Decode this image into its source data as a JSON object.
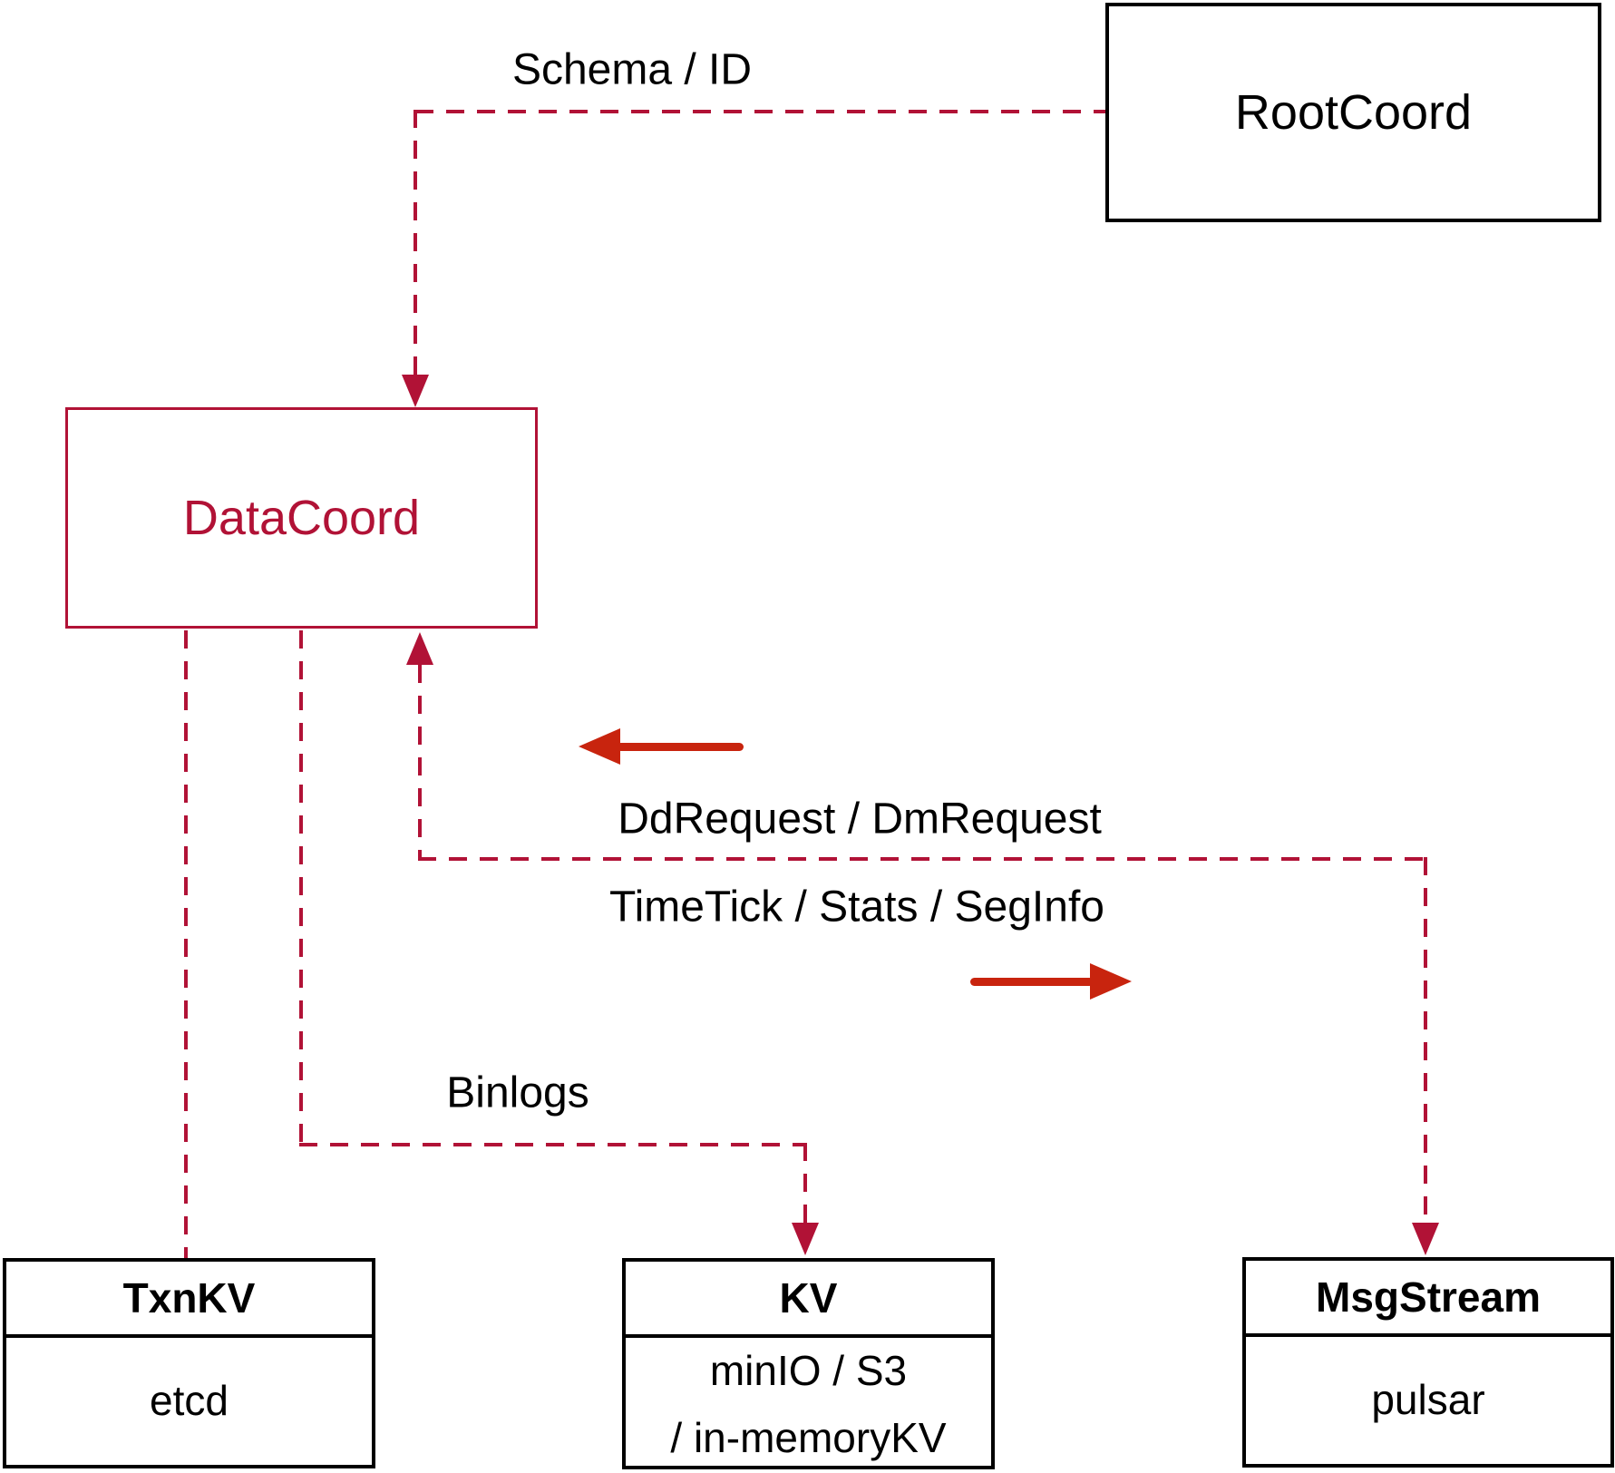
{
  "colors": {
    "crimson": "#b11236",
    "arrow_red": "#c8240e",
    "node_black": "#000000",
    "bg": "#ffffff"
  },
  "nodes": {
    "rootcoord": {
      "label": "RootCoord"
    },
    "datacoord": {
      "label": "DataCoord"
    },
    "txnkv": {
      "title": "TxnKV",
      "body": "etcd"
    },
    "kv": {
      "title": "KV",
      "body_line1": "minIO / S3",
      "body_line2": "/ in-memoryKV"
    },
    "msgstream": {
      "title": "MsgStream",
      "body": "pulsar"
    }
  },
  "edge_labels": {
    "schema_id": "Schema / ID",
    "dd_dm_request": "DdRequest / DmRequest",
    "timetick_stats_seginfo": "TimeTick / Stats / SegInfo",
    "binlogs": "Binlogs"
  }
}
